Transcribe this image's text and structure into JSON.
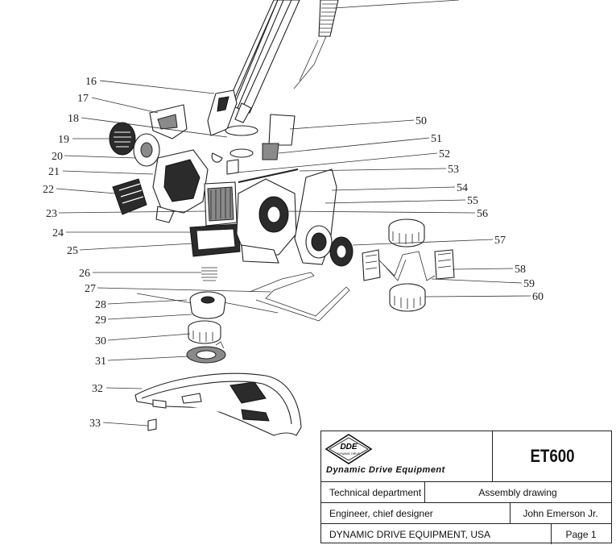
{
  "callouts": [
    {
      "id": "c16",
      "text": "16"
    },
    {
      "id": "c17",
      "text": "17"
    },
    {
      "id": "c18",
      "text": "18"
    },
    {
      "id": "c19",
      "text": "19"
    },
    {
      "id": "c20",
      "text": "20"
    },
    {
      "id": "c21",
      "text": "21"
    },
    {
      "id": "c22",
      "text": "22"
    },
    {
      "id": "c23",
      "text": "23"
    },
    {
      "id": "c24",
      "text": "24"
    },
    {
      "id": "c25",
      "text": "25"
    },
    {
      "id": "c26",
      "text": "26"
    },
    {
      "id": "c27",
      "text": "27"
    },
    {
      "id": "c28",
      "text": "28"
    },
    {
      "id": "c29",
      "text": "29"
    },
    {
      "id": "c30",
      "text": "30"
    },
    {
      "id": "c31",
      "text": "31"
    },
    {
      "id": "c32",
      "text": "32"
    },
    {
      "id": "c33",
      "text": "33"
    },
    {
      "id": "c50",
      "text": "50"
    },
    {
      "id": "c51",
      "text": "51"
    },
    {
      "id": "c52",
      "text": "52"
    },
    {
      "id": "c53",
      "text": "53"
    },
    {
      "id": "c54",
      "text": "54"
    },
    {
      "id": "c55",
      "text": "55"
    },
    {
      "id": "c56",
      "text": "56"
    },
    {
      "id": "c57",
      "text": "57"
    },
    {
      "id": "c58",
      "text": "58"
    },
    {
      "id": "c59",
      "text": "59"
    },
    {
      "id": "c60",
      "text": "60"
    }
  ],
  "title_block": {
    "logo_text": "DDE",
    "logo_small_text": "DYNAMIC DRIVE",
    "company_wordmark": "Dynamic Drive Equipment",
    "model": "ET600",
    "department_label": "Technical department",
    "drawing_type": "Assembly drawing",
    "role_label": "Engineer, chief designer",
    "engineer_name": "John Emerson Jr.",
    "company_footer": "DYNAMIC DRIVE EQUIPMENT, USA",
    "page_label": "Page 1"
  }
}
